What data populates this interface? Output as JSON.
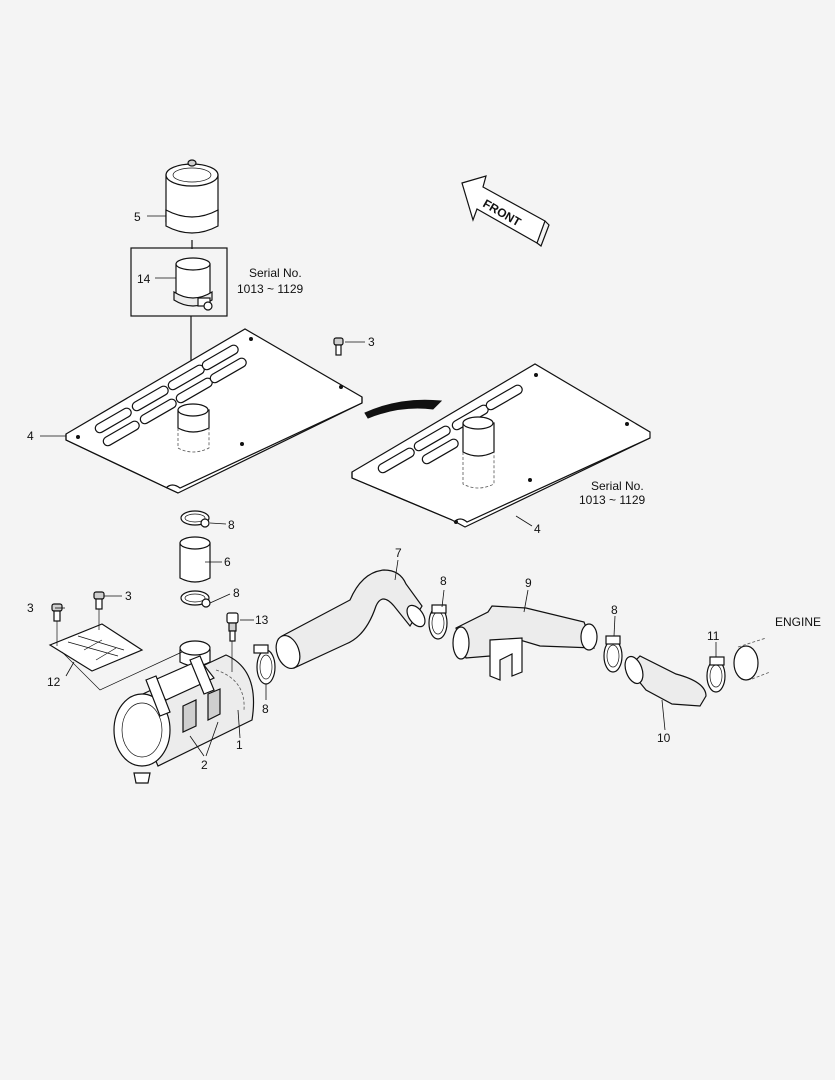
{
  "direction": {
    "front": "FRONT"
  },
  "serial": {
    "line1": "Serial No.",
    "line2": "1013 ~ 1129"
  },
  "engine": "ENGINE",
  "callouts": {
    "n1": "1",
    "n2": "2",
    "n3": "3",
    "n4": "4",
    "n5": "5",
    "n6": "6",
    "n7": "7",
    "n8": "8",
    "n9": "9",
    "n10": "10",
    "n11": "11",
    "n12": "12",
    "n13": "13",
    "n14": "14"
  }
}
